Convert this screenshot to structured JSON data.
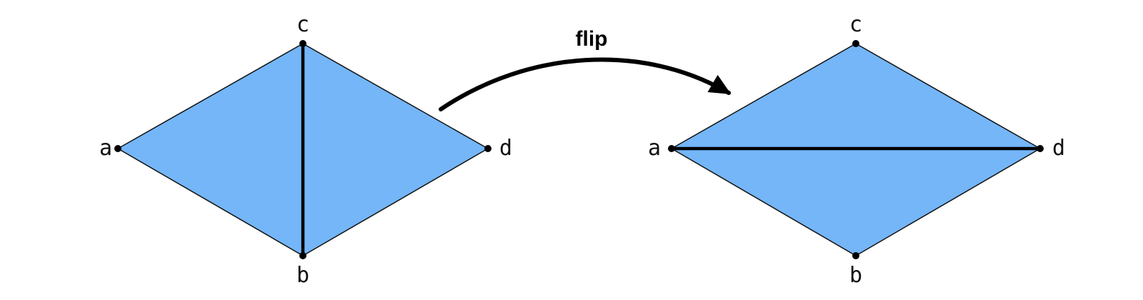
{
  "diagram": {
    "operation_label": "flip",
    "colors": {
      "face": "#74b6f8",
      "outline": "#111111",
      "edge": "#000000"
    },
    "before": {
      "vertices": [
        {
          "id": "a",
          "label": "a"
        },
        {
          "id": "b",
          "label": "b"
        },
        {
          "id": "c",
          "label": "c"
        },
        {
          "id": "d",
          "label": "d"
        }
      ],
      "diagonal": [
        "b",
        "c"
      ]
    },
    "after": {
      "vertices": [
        {
          "id": "a",
          "label": "a"
        },
        {
          "id": "b",
          "label": "b"
        },
        {
          "id": "c",
          "label": "c"
        },
        {
          "id": "d",
          "label": "d"
        }
      ],
      "diagonal": [
        "a",
        "d"
      ]
    }
  }
}
